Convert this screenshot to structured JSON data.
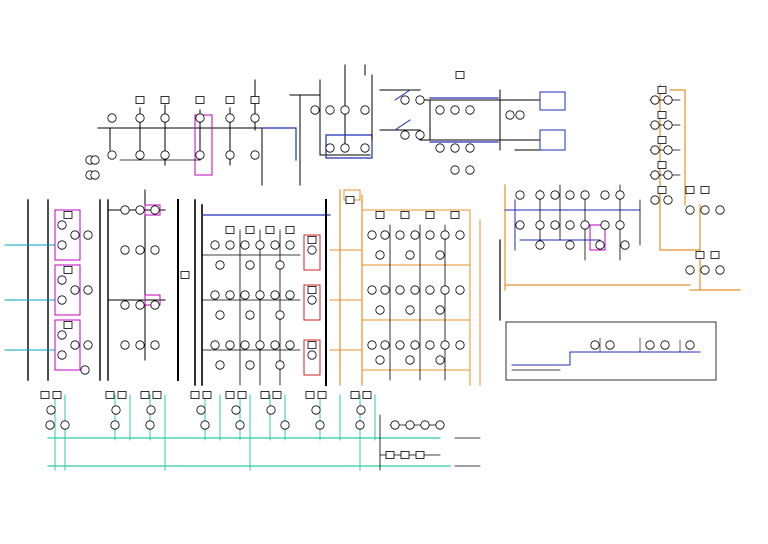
{
  "diagram": {
    "kind": "electrical single-line diagram",
    "colors": {
      "background": "#ffffff",
      "line": "#000000",
      "bus_blue": "#1f2fb8",
      "bus_orange": "#e8902a",
      "bus_green": "#2fcf9a",
      "highlight_magenta": "#c000c0",
      "highlight_red": "#d02020",
      "highlight_cyan": "#00a0c0"
    },
    "symbols": {
      "meter": "circle-symbol",
      "breaker": "square-symbol",
      "transformer": "double-circle-symbol"
    },
    "bus_sections": [
      {
        "id": "top-left-section",
        "color": "blue"
      },
      {
        "id": "top-center-section",
        "color": "blue"
      },
      {
        "id": "top-right-section",
        "color": "orange"
      },
      {
        "id": "left-main-switchgear",
        "color": "black"
      },
      {
        "id": "center-switchgear",
        "color": "blue"
      },
      {
        "id": "center-right-switchgear",
        "color": "orange"
      },
      {
        "id": "right-switchgear",
        "color": "orange"
      },
      {
        "id": "bottom-feeder-bus",
        "color": "green"
      }
    ],
    "legend_box": {
      "present": true
    }
  }
}
